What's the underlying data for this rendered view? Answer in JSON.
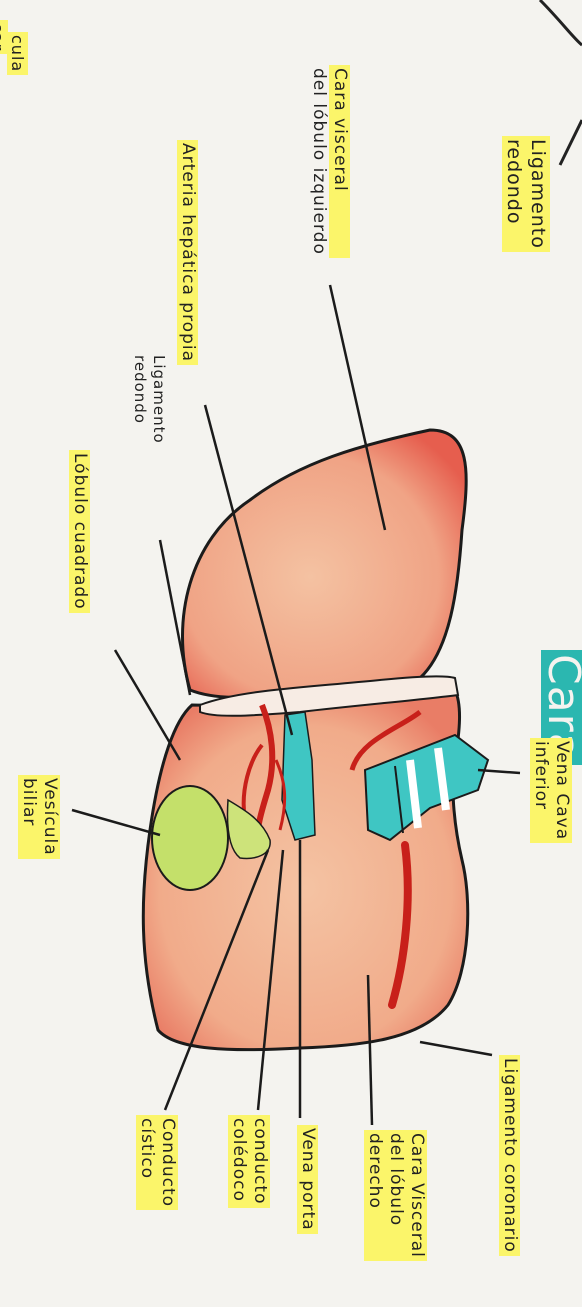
{
  "header": {
    "partial_title": "Cara",
    "left_edge_fragments": [
      "cula",
      "car"
    ]
  },
  "labels": {
    "ligamento_redondo_top": [
      "Ligamento",
      "redondo"
    ],
    "cara_visceral_izq": [
      "Cara visceral",
      "del lóbulo izquierdo"
    ],
    "arteria_hepatica": [
      "Arteria hepática propia"
    ],
    "ligamento_redondo": [
      "Ligamento",
      "redondo"
    ],
    "lobulo_cuadrado": [
      "Lóbulo cuadrado"
    ],
    "vesicula_biliar": [
      "Vesícula",
      "biliar"
    ],
    "vena_cava": [
      "Vena Cava",
      "inferior"
    ],
    "ligamento_coronario": [
      "Ligamento coronario"
    ],
    "cara_visceral_der": [
      "Cara Visceral",
      "del lóbulo",
      "derecho"
    ],
    "vena_porta": [
      "Vena porta"
    ],
    "conducto_coledoco": [
      "conducto",
      "colédoco"
    ],
    "conducto_cistico": [
      "Conducto",
      "cístico"
    ]
  },
  "colors": {
    "liver": "#f2b08f",
    "liver_shade": "#e8745e",
    "vein_teal": "#3fc6c3",
    "artery_red": "#c8201a",
    "gallbladder": "#c4e06a",
    "highlight": "#fbf56a",
    "title_teal": "#2bb7b0"
  }
}
